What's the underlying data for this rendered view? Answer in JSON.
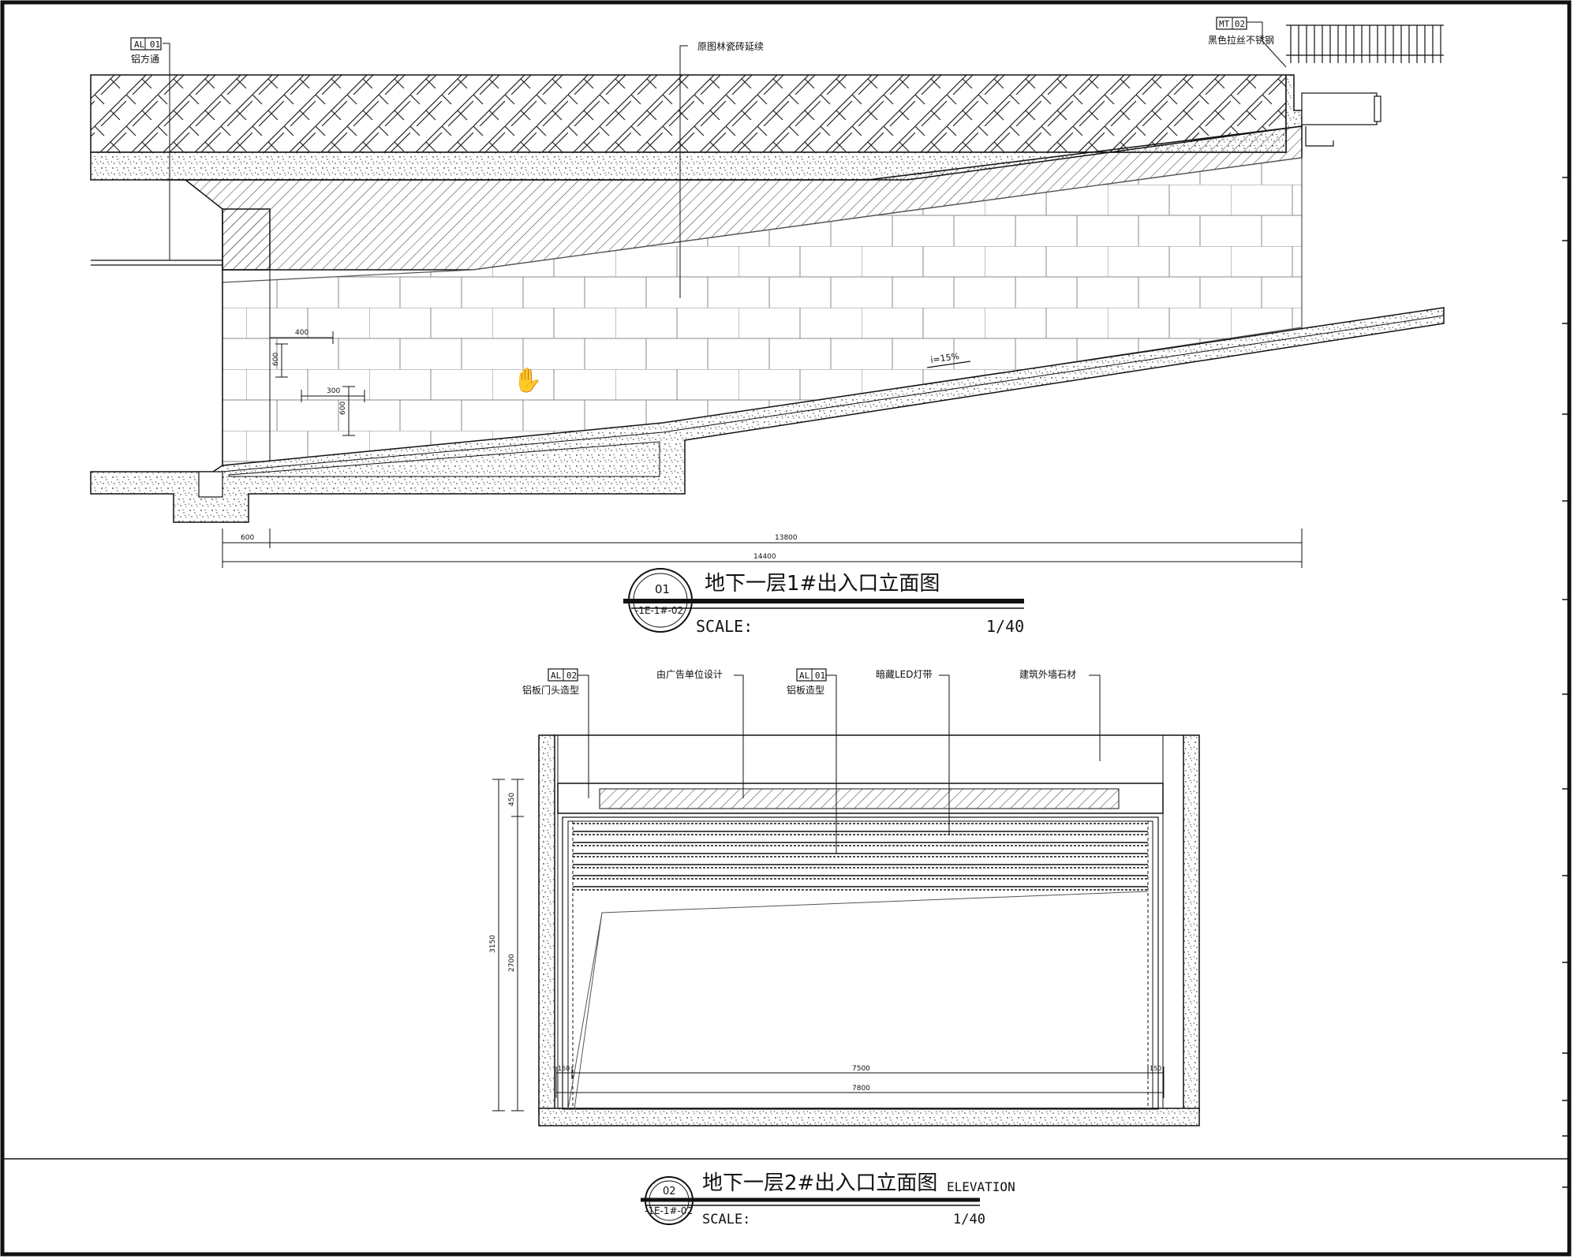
{
  "drawing1": {
    "tags": {
      "al01_top": "AL 01",
      "mt02": "MT 02"
    },
    "notes": {
      "aluminum_square_pipe": "铝方通",
      "original_design_extension": "原图林瓷砖延续",
      "black_brushed_steel": "黑色拉丝不锈钢"
    },
    "slope": "i=15%",
    "dimensions": {
      "d_400a": "400",
      "d_600a": "600",
      "d_300b": "300",
      "d_600b": "600",
      "d_600c": "600",
      "d_13800": "13800",
      "d_14400": "14400"
    },
    "title": "地下一层1#出入口立面图",
    "marker_number": "01",
    "marker_ref": "-1E-1#-02",
    "scale_label": "SCALE:",
    "scale_value": "1/40"
  },
  "drawing2": {
    "tags": {
      "al02": "AL 02",
      "al01": "AL 01"
    },
    "notes": {
      "aluminum_door_header": "铝板门头造型",
      "designed_by_ad_unit": "由广告单位设计",
      "aluminum_panel_shape": "铝板造型",
      "hidden_led_strip": "暗藏LED灯带",
      "building_exterior_stone": "建筑外墙石材"
    },
    "dimensions": {
      "d_450": "450",
      "d_3150": "3150",
      "d_2700": "2700",
      "d_7500": "7500",
      "d_7800": "7800",
      "d_150a": "150",
      "d_150b": "150"
    },
    "title": "地下一层2#出入口立面图",
    "subtitle": "ELEVATION",
    "marker_number": "02",
    "marker_ref": "-1E-1#-02",
    "scale_label": "SCALE:",
    "scale_value": "1/40"
  }
}
